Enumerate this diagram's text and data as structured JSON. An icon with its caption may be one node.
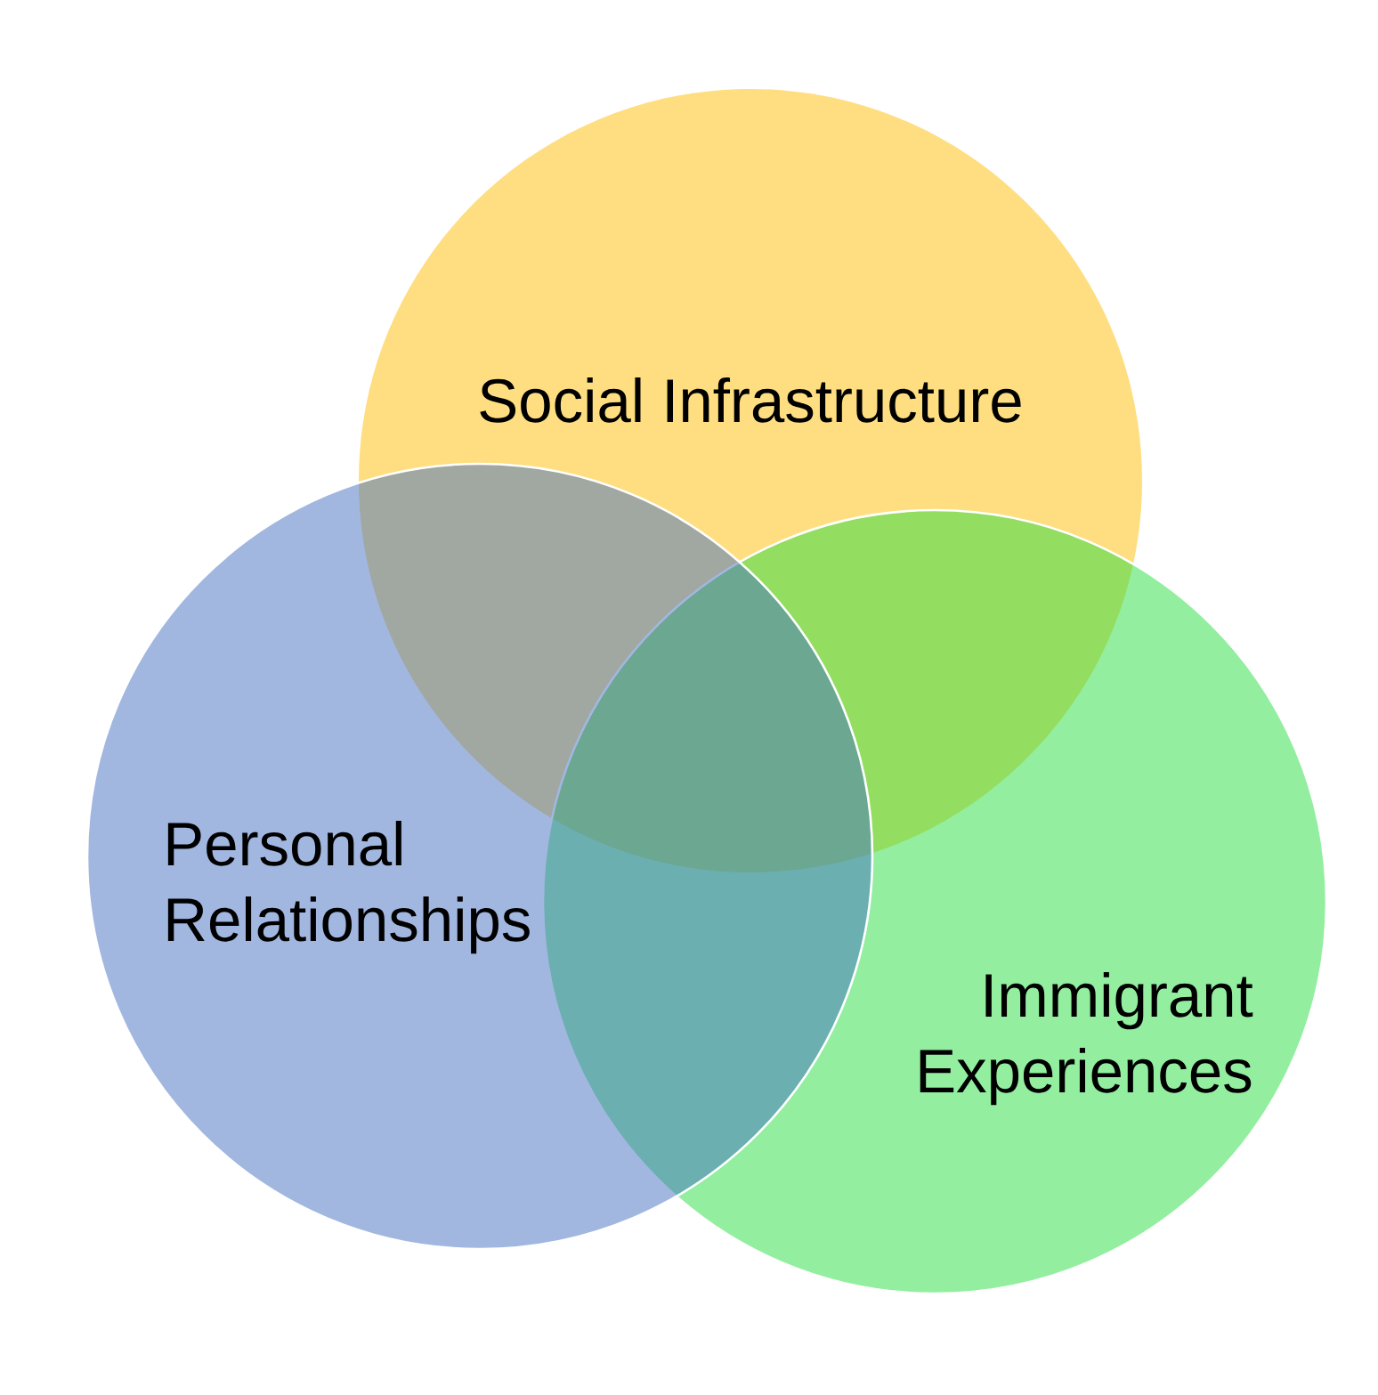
{
  "diagram": {
    "nodes": [
      {
        "text": [
          "Social Infrastructure"
        ]
      },
      {
        "text": [
          "Personal Relationships"
        ]
      },
      {
        "text": [
          "Immigrant Experiences"
        ]
      }
    ]
  }
}
